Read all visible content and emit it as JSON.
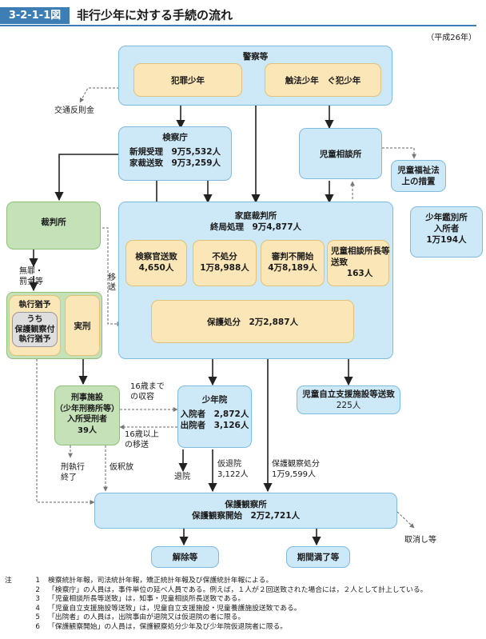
{
  "header": {
    "badge": "3-2-1-1図",
    "title": "非行少年に対する手続の流れ",
    "year": "（平成26年）"
  },
  "nodes": {
    "police": "警察等",
    "crime_juvenile": "犯罪少年",
    "law_breaking": "触法少年　ぐ犯少年",
    "traffic": "交通反則金",
    "prosecutor": {
      "title": "検察庁",
      "r1a": "新規受理",
      "r1b": "9万5,532人",
      "r2a": "家裁送致",
      "r2b": "9万3,259人"
    },
    "child_guidance": "児童相談所",
    "child_welfare": [
      "児童福祉法",
      "上の措置"
    ],
    "court": "裁判所",
    "family_court": {
      "title": "家庭裁判所",
      "sub": "終局処理　9万4,877人"
    },
    "classification": [
      "少年鑑別所",
      "入所者",
      "1万194人"
    ],
    "to_prosecutor": [
      "検察官送致",
      "4,650人"
    ],
    "no_disposition": [
      "不処分",
      "1万8,988人"
    ],
    "not_commenced": [
      "審判不開始",
      "4万8,189人"
    ],
    "to_cgc": [
      "児童相談所長等",
      "送致",
      "163人"
    ],
    "probation_disp": "保護処分　2万2,887人",
    "acquittal": [
      "無罪・",
      "罰金等"
    ],
    "suspended": "執行猶予",
    "susp_probation": [
      "うち",
      "保護観察付",
      "執行猶予"
    ],
    "imprisonment": "実刑",
    "transfer": "移送",
    "prison": {
      "l1": "刑事施設",
      "l2": "（少年刑務所等）",
      "l3": "入所受刑者",
      "l4": "39人"
    },
    "under16": [
      "16歳まで",
      "の収容"
    ],
    "over16": [
      "16歳以上",
      "の移送"
    ],
    "training_school": {
      "title": "少年院",
      "r1a": "入院者",
      "r1b": "2,872人",
      "r2a": "出院者",
      "r2b": "3,126人"
    },
    "support_facility": {
      "title": "児童自立支援施設等送致",
      "value": "225人"
    },
    "end_sentence": [
      "刑執行",
      "終了"
    ],
    "parole": "仮釈放",
    "release": "退院",
    "prov_release": [
      "仮退院",
      "3,122人"
    ],
    "prob_disp2": [
      "保護観察処分",
      "1万9,599人"
    ],
    "probation_office": {
      "title": "保護観察所",
      "sub": "保護観察開始　2万2,721人"
    },
    "revocation": "取消し等",
    "discharge": "解除等",
    "expiry": "期間満了等"
  },
  "notes": {
    "label": "注",
    "items": [
      {
        "n": "1",
        "text": "検察統計年報，司法統計年報，矯正統計年報及び保護統計年報による。"
      },
      {
        "n": "2",
        "text": "「検察庁」の人員は，事件単位の延べ人員である。例えば，１人が２回送致された場合には，２人として計上している。"
      },
      {
        "n": "3",
        "text": "「児童相談所長等送致」は，知事・児童相談所長送致である。"
      },
      {
        "n": "4",
        "text": "「児童自立支援施設等送致」は，児童自立支援施設・児童養護施設送致である。"
      },
      {
        "n": "5",
        "text": "「出院者」の人員は，出院事由が退院又は仮退院の者に限る。"
      },
      {
        "n": "6",
        "text": "「保護観察開始」の人員は，保護観察処分少年及び少年院仮退院者に限る。"
      }
    ]
  }
}
